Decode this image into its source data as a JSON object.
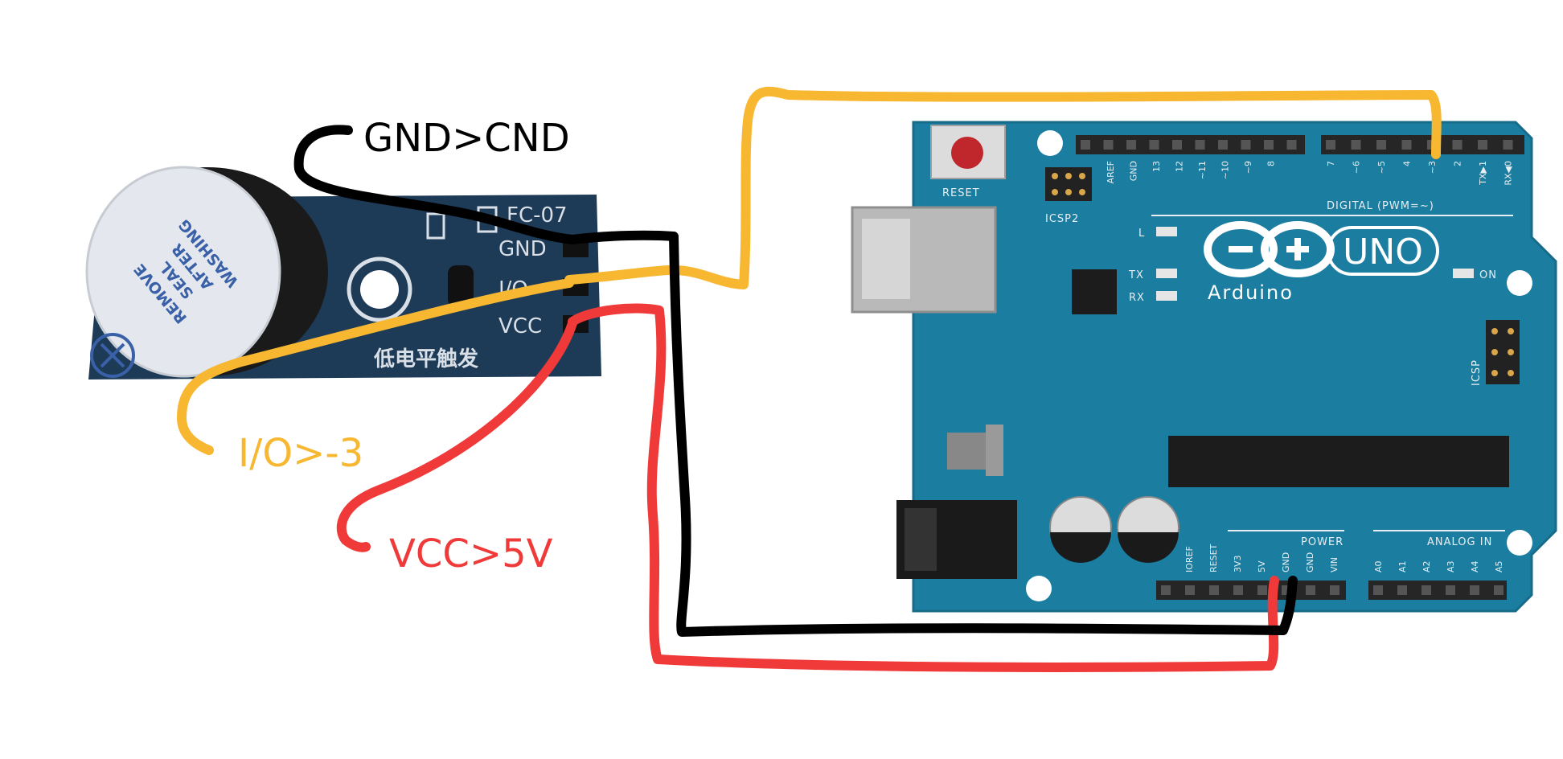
{
  "annotations": {
    "gnd": "GND>CND",
    "io": "I/O>-3",
    "vcc": "VCC>5V"
  },
  "buzzer_module": {
    "cap_text": [
      "REMOVE",
      "SEAL",
      "AFTER",
      "WASHING"
    ],
    "model": "FC-07",
    "pins": [
      "GND",
      "I/O",
      "VCC"
    ],
    "trigger_text": "低电平触发"
  },
  "arduino": {
    "brand": "Arduino",
    "model": "UNO",
    "reset_label": "RESET",
    "icsp2_label": "ICSP2",
    "icsp_label": "ICSP",
    "led_labels": [
      "L",
      "TX",
      "RX"
    ],
    "on_label": "ON",
    "digital_header_label": "DIGITAL (PWM=~)",
    "digital_pins_left": [
      "AREF",
      "GND",
      "13",
      "12",
      "~11",
      "~10",
      "~9",
      "8"
    ],
    "digital_pins_right": [
      "7",
      "~6",
      "~5",
      "4",
      "~3",
      "2",
      "TX▶1",
      "RX◀0"
    ],
    "power_header_label": "POWER",
    "power_pins": [
      "IOREF",
      "RESET",
      "3V3",
      "5V",
      "GND",
      "GND",
      "VIN"
    ],
    "analog_header_label": "ANALOG IN",
    "analog_pins": [
      "A0",
      "A1",
      "A2",
      "A3",
      "A4",
      "A5"
    ]
  },
  "colors": {
    "board": "#1b7da0",
    "gnd_wire": "#000000",
    "io_wire": "#f7b731",
    "vcc_wire": "#f03a3a",
    "module_pcb": "#1d3a57"
  }
}
